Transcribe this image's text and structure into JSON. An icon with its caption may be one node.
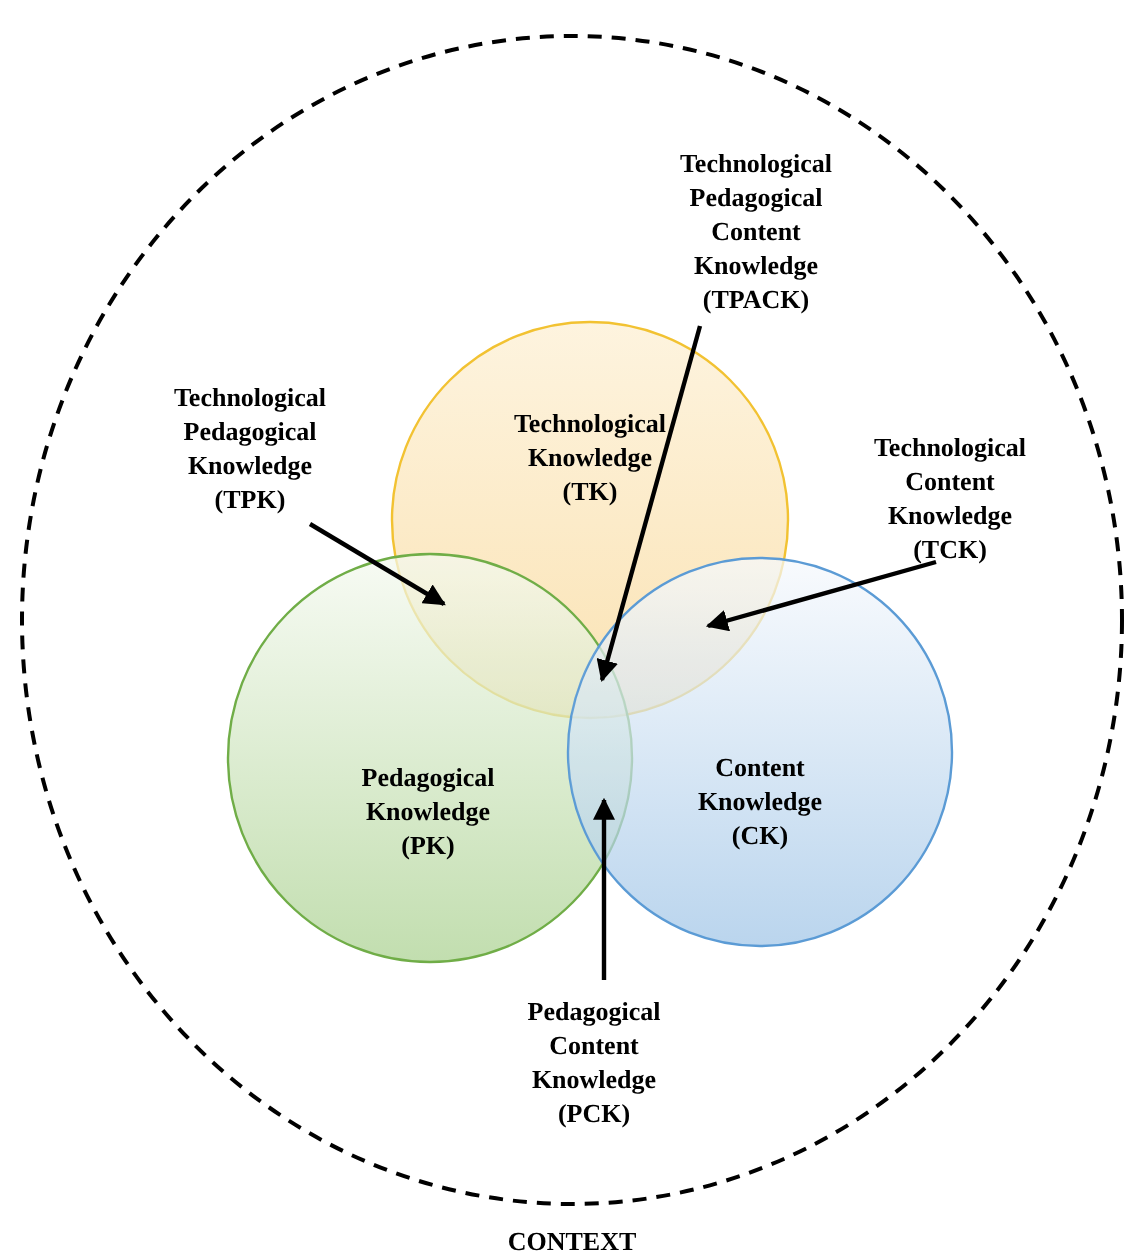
{
  "diagram": {
    "nodes": [
      {
        "text": [
          "CONTEXT"
        ]
      },
      {
        "text": [
          "Technological Knowledge (TK)"
        ],
        "in": 0
      },
      {
        "text": [
          "Pedagogical Knowledge (PK)"
        ],
        "in": 0
      },
      {
        "text": [
          "Content Knowledge (CK)"
        ],
        "in": 0
      },
      {
        "text": [
          "Technological Pedagogical Content Knowledge (TPACK)"
        ],
        "in": 0
      },
      {
        "text": [
          "Technological Pedagogical Knowledge (TPK)"
        ],
        "in": 0
      },
      {
        "text": [
          "Technological Content Knowledge (TCK)"
        ],
        "in": 0
      },
      {
        "text": [
          "Pedagogical Content Knowledge (PCK)"
        ],
        "in": 0
      },
      {
        "text": [],
        "shape": "region"
      },
      {
        "text": [],
        "shape": "region"
      },
      {
        "text": [],
        "shape": "region"
      },
      {
        "text": [],
        "shape": "region"
      }
    ],
    "edges": [
      {
        "from": 4,
        "to": 9,
        "arrow": "to"
      },
      {
        "from": 5,
        "to": 8,
        "arrow": "to"
      },
      {
        "from": 6,
        "to": 10,
        "arrow": "to"
      },
      {
        "from": 7,
        "to": 11,
        "arrow": "to"
      }
    ]
  }
}
